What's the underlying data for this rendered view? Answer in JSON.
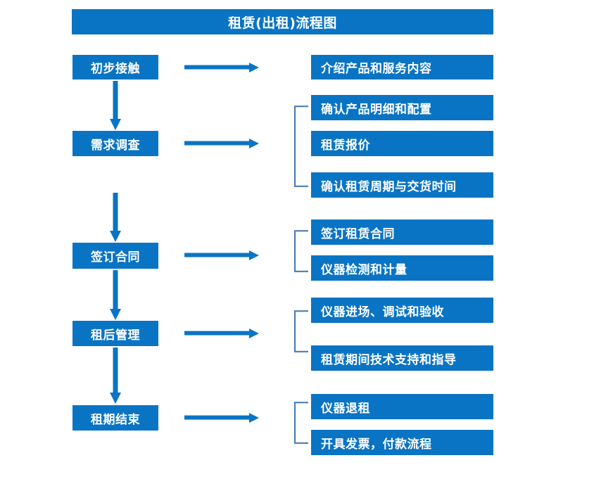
{
  "diagram": {
    "title": "租赁(出租)流程图",
    "colors": {
      "box_fill": "#0A74C4",
      "box_text": "#FFFFFF",
      "arrow": "#0A74C4",
      "bracket": "#4A7EB5",
      "background": "#FFFFFF"
    },
    "stages": [
      {
        "label": "初步接触"
      },
      {
        "label": "需求调查"
      },
      {
        "label": "签订合同"
      },
      {
        "label": "租后管理"
      },
      {
        "label": "租期结束"
      }
    ],
    "groups": [
      {
        "stage": "初步接触",
        "has_bracket": false,
        "items": [
          {
            "label": "介绍产品和服务内容"
          }
        ]
      },
      {
        "stage": "需求调查",
        "has_bracket": true,
        "items": [
          {
            "label": "确认产品明细和配置"
          },
          {
            "label": "租赁报价"
          },
          {
            "label": "确认租赁周期与交货时间"
          }
        ]
      },
      {
        "stage": "签订合同",
        "has_bracket": true,
        "items": [
          {
            "label": "签订租赁合同"
          },
          {
            "label": "仪器检测和计量"
          }
        ]
      },
      {
        "stage": "租后管理",
        "has_bracket": true,
        "items": [
          {
            "label": "仪器进场、调试和验收"
          },
          {
            "label": "租赁期间技术支持和指导"
          }
        ]
      },
      {
        "stage": "租期结束",
        "has_bracket": true,
        "items": [
          {
            "label": "仪器退租"
          },
          {
            "label": "开具发票，付款流程"
          }
        ]
      }
    ],
    "connectors": {
      "vertical_arrow_count": 4,
      "horizontal_arrow_count": 5,
      "arrow_icon": "arrow-right-icon",
      "down_arrow_icon": "arrow-down-icon",
      "bracket_icon": "curly-bracket-icon"
    }
  }
}
